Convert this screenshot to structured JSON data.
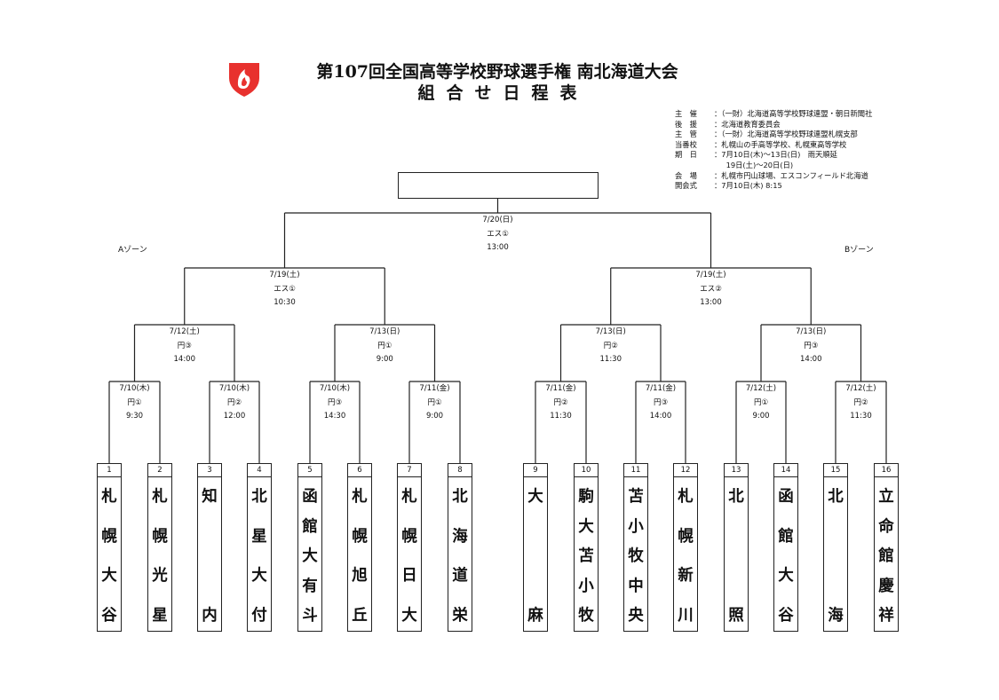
{
  "header": {
    "title": "第107回全国高等学校野球選手権 南北海道大会",
    "subtitle": "組合せ日程表",
    "logo_icon": "flame-shield-icon",
    "logo_color": "#e8312e"
  },
  "info": [
    {
      "label": "主　催",
      "value": "：（一財）北海道高等学校野球連盟・朝日新聞社"
    },
    {
      "label": "後　援",
      "value": "：北海道教育委員会"
    },
    {
      "label": "主　管",
      "value": "：（一財）北海道高等学校野球連盟札幌支部"
    },
    {
      "label": "当番校",
      "value": "：札幌山の手高等学校、札幌東高等学校"
    },
    {
      "label": "期　日",
      "value": "：7月10日(木)〜13日(日)　雨天順延"
    },
    {
      "label": "",
      "value": "　  19日(土)〜20日(日)"
    },
    {
      "label": "会　場",
      "value": "：札幌市円山球場、エスコンフィールド北海道"
    },
    {
      "label": "開会式",
      "value": "：7月10日(木) 8:15"
    }
  ],
  "zones": {
    "a": "Aゾーン",
    "b": "Bゾーン"
  },
  "final": {
    "date": "7/20(日)",
    "venue": "エス①",
    "time": "13:00"
  },
  "semis": [
    {
      "date": "7/19(土)",
      "venue": "エス①",
      "time": "10:30"
    },
    {
      "date": "7/19(土)",
      "venue": "エス②",
      "time": "13:00"
    }
  ],
  "quarters": [
    {
      "date": "7/12(土)",
      "venue": "円③",
      "time": "14:00"
    },
    {
      "date": "7/13(日)",
      "venue": "円①",
      "time": "9:00"
    },
    {
      "date": "7/13(日)",
      "venue": "円②",
      "time": "11:30"
    },
    {
      "date": "7/13(日)",
      "venue": "円③",
      "time": "14:00"
    }
  ],
  "first_round": [
    {
      "date": "7/10(木)",
      "venue": "円①",
      "time": "9:30"
    },
    {
      "date": "7/10(木)",
      "venue": "円②",
      "time": "12:00"
    },
    {
      "date": "7/10(木)",
      "venue": "円③",
      "time": "14:30"
    },
    {
      "date": "7/11(金)",
      "venue": "円①",
      "time": "9:00"
    },
    {
      "date": "7/11(金)",
      "venue": "円②",
      "time": "11:30"
    },
    {
      "date": "7/11(金)",
      "venue": "円③",
      "time": "14:00"
    },
    {
      "date": "7/12(土)",
      "venue": "円①",
      "time": "9:00"
    },
    {
      "date": "7/12(土)",
      "venue": "円②",
      "time": "11:30"
    }
  ],
  "teams": [
    {
      "num": "1",
      "name": [
        "札",
        "幌",
        "大",
        "谷"
      ]
    },
    {
      "num": "2",
      "name": [
        "札",
        "幌",
        "光",
        "星"
      ]
    },
    {
      "num": "3",
      "name": [
        "知",
        "",
        "",
        "内"
      ]
    },
    {
      "num": "4",
      "name": [
        "北",
        "星",
        "大",
        "付"
      ]
    },
    {
      "num": "5",
      "name": [
        "函",
        "館",
        "大",
        "有",
        "斗"
      ]
    },
    {
      "num": "6",
      "name": [
        "札",
        "幌",
        "旭",
        "丘"
      ]
    },
    {
      "num": "7",
      "name": [
        "札",
        "幌",
        "日",
        "大"
      ]
    },
    {
      "num": "8",
      "name": [
        "北",
        "海",
        "道",
        "栄"
      ]
    },
    {
      "num": "9",
      "name": [
        "大",
        "",
        "",
        "麻"
      ]
    },
    {
      "num": "10",
      "name": [
        "駒",
        "大",
        "苫",
        "小",
        "牧"
      ]
    },
    {
      "num": "11",
      "name": [
        "苫",
        "小",
        "牧",
        "中",
        "央"
      ]
    },
    {
      "num": "12",
      "name": [
        "札",
        "幌",
        "新",
        "川"
      ]
    },
    {
      "num": "13",
      "name": [
        "北",
        "",
        "",
        "照"
      ]
    },
    {
      "num": "14",
      "name": [
        "函",
        "館",
        "大",
        "谷"
      ]
    },
    {
      "num": "15",
      "name": [
        "北",
        "",
        "",
        "海"
      ]
    },
    {
      "num": "16",
      "name": [
        "立",
        "命",
        "館",
        "慶",
        "祥"
      ]
    }
  ]
}
